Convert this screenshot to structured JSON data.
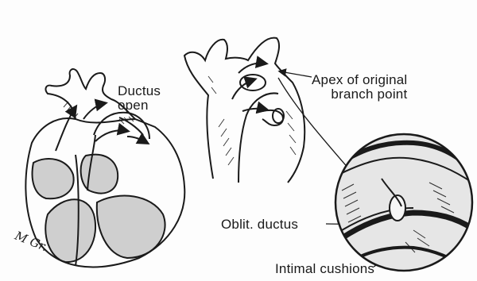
{
  "labels": {
    "ductus_open_line1": "Ductus",
    "ductus_open_line2": "open",
    "apex_line1": "Apex of original",
    "apex_line2": "branch point",
    "oblit_ductus": "Oblit. ductus",
    "intimal_cushions": "Intimal cushions"
  },
  "signature": "M Gr.",
  "colors": {
    "ink": "#1a1a1a",
    "chamber_fill": "#cfcfcf",
    "background": "#fdfdfd"
  }
}
